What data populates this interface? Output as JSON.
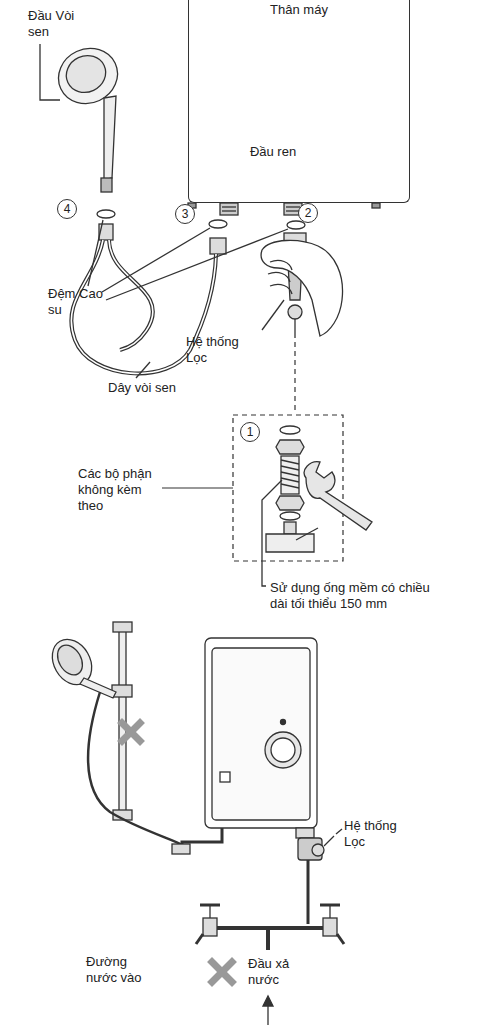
{
  "diagram": {
    "nodes": [
      {
        "text": [
          "Thân máy"
        ]
      },
      {
        "text": [
          "4"
        ]
      },
      {
        "text": [
          "3"
        ]
      },
      {
        "text": [
          "2"
        ]
      },
      {
        "text": [
          "1"
        ]
      }
    ],
    "labels": [
      "Đầu Vòi sen",
      "Đầu ren",
      "Đệm Cao su",
      "Hệ thống Lọc",
      "Dây vòi sen",
      "Các bộ phận không kèm theo",
      "Sử dụng ống mềm có chiều dài tối thiểu 150 mm",
      "Hệ thống Lọc",
      "Đường nước vào",
      "Đầu xả nước"
    ]
  }
}
